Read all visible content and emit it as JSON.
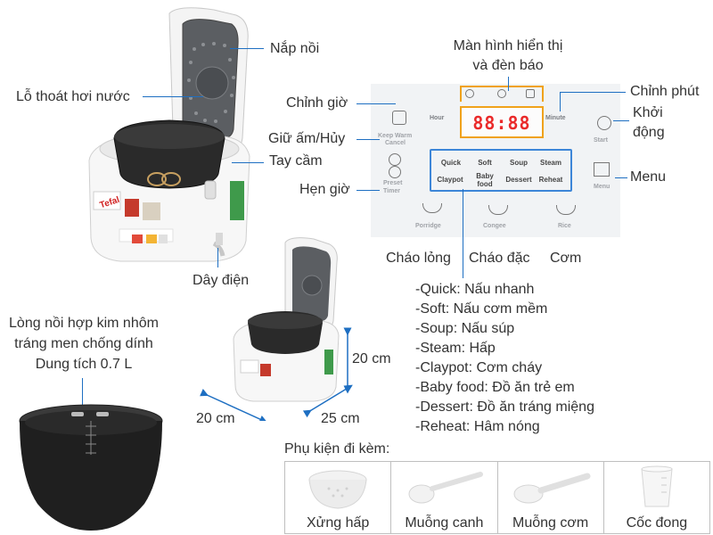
{
  "labels": {
    "lid": "Nắp nồi",
    "steam_vent": "Lỗ thoát hơi nước",
    "display": [
      "Màn hình hiển thị",
      "và đèn báo"
    ],
    "hour_adj": "Chỉnh giờ",
    "minute_adj": "Chỉnh phút",
    "start": [
      "Khởi",
      "động"
    ],
    "keep_warm": "Giữ ấm/Hủy",
    "handle": "Tay cầm",
    "timer": "Hẹn giờ",
    "menu": "Menu",
    "power_cord": "Dây điện",
    "porridge": "Cháo lỏng",
    "congee": "Cháo đặc",
    "rice": "Cơm",
    "inner_pot": [
      "Lòng nồi hợp kim nhôm",
      "tráng men chống dính",
      "Dung tích 0.7 L"
    ],
    "dim_height": "20 cm",
    "dim_width": "20 cm",
    "dim_depth": "25 cm"
  },
  "panel": {
    "hour": "Hour",
    "minute": "Minute",
    "keep_warm": [
      "Keep Warm",
      "Cancel"
    ],
    "start": "Start",
    "preset": [
      "Preset",
      "Timer"
    ],
    "menu": "Menu",
    "digits": "88:88",
    "programs": [
      "Quick",
      "Soft",
      "Soup",
      "Steam",
      "Claypot",
      "Baby food",
      "Dessert",
      "Reheat"
    ],
    "porridge": "Porridge",
    "congee": "Congee",
    "rice": "Rice"
  },
  "brand": "Tefal",
  "modes": [
    "-Quick: Nấu nhanh",
    "-Soft: Nấu cơm mềm",
    "-Soup: Nấu súp",
    "-Steam: Hấp",
    "-Claypot: Cơm cháy",
    "-Baby food: Đồ ăn trẻ em",
    "-Dessert: Đồ ăn tráng miệng",
    "-Reheat: Hâm nóng"
  ],
  "accessories": {
    "title": "Phụ kiện đi kèm:",
    "items": [
      "Xửng hấp",
      "Muỗng canh",
      "Muỗng cơm",
      "Cốc đong"
    ]
  },
  "colors": {
    "leader": "#1e6fc2",
    "display_border": "#f0a21a",
    "digits": "#ea2a2a",
    "program_box": "#3d86d8",
    "pot": "#1f1f1f"
  }
}
